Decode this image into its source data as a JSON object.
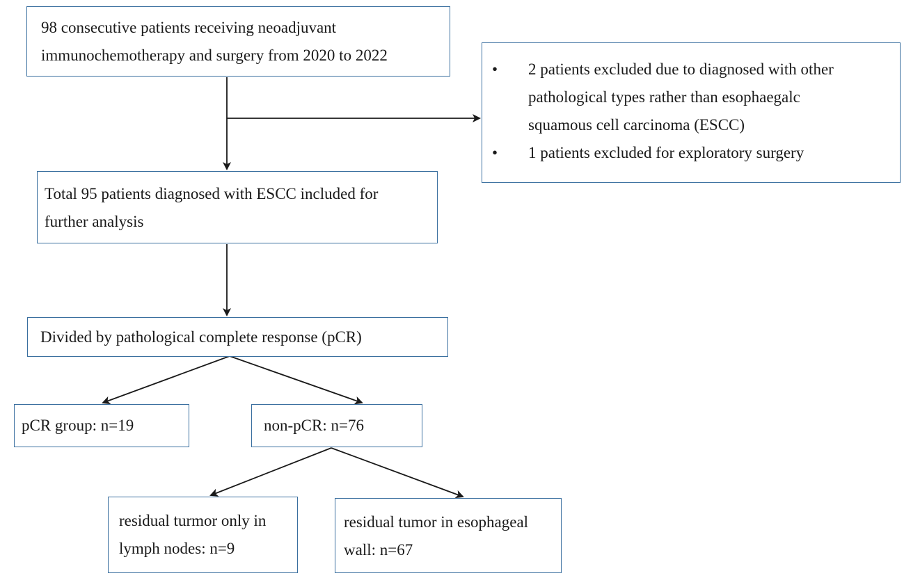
{
  "boxes": {
    "start": {
      "lines": [
        "98 consecutive patients receiving  neoadjuvant",
        "immunochemotherapy and surgery from 2020 to 2022"
      ]
    },
    "exclusion": {
      "bullet": "•",
      "items": [
        {
          "lines": [
            "2 patients excluded due to diagnosed with other",
            "pathological types rather than esophaegalc",
            "squamous cell carcinoma (ESCC)"
          ]
        },
        {
          "lines": [
            "1 patients excluded for exploratory surgery"
          ]
        }
      ]
    },
    "total": {
      "lines": [
        "Total 95 patients diagnosed with ESCC included for",
        "further analysis"
      ]
    },
    "divided": {
      "lines": [
        "Divided by pathological complete response (pCR)"
      ]
    },
    "pcr_group": {
      "lines": [
        "pCR  group: n=19"
      ]
    },
    "non_pcr": {
      "lines": [
        "non-pCR: n=76"
      ]
    },
    "lymph_nodes": {
      "lines": [
        "residual turmor only in",
        "lymph nodes: n=9"
      ]
    },
    "esophageal_wall": {
      "lines": [
        "residual tumor in esophageal",
        "wall: n=67"
      ]
    }
  },
  "colors": {
    "box_border": "#3a6f9f",
    "text": "#1a1a1a",
    "arrow": "#1a1a1a"
  }
}
